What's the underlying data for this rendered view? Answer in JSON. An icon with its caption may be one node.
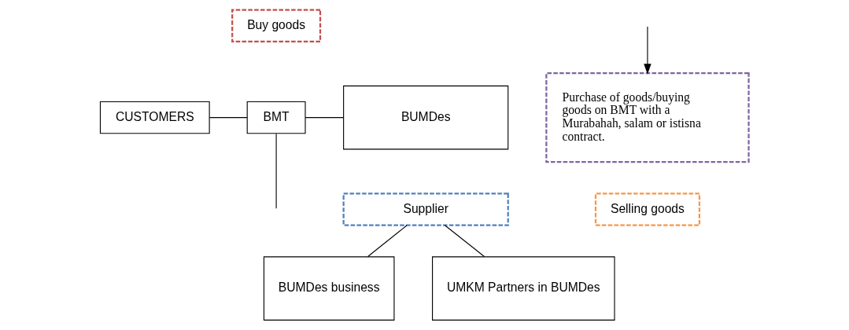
{
  "diagram": {
    "nodes": [
      {
        "text": [
          "Buy goods"
        ]
      },
      {
        "text": [
          "CUSTOMERS"
        ]
      },
      {
        "text": [
          "BMT"
        ]
      },
      {
        "text": [
          "BUMDes"
        ]
      },
      {
        "text": [
          "Purchase of goods/buying goods on BMT with a Murabahah, salam or istisna contract."
        ]
      },
      {
        "text": [
          "Supplier"
        ]
      },
      {
        "text": [
          "BUMDes business"
        ]
      },
      {
        "text": [
          "UMKM Partners in BUMDes"
        ]
      },
      {
        "text": [
          "Selling goods"
        ]
      }
    ],
    "edges": [
      {
        "from": 1,
        "to": 2,
        "arrow": "none"
      },
      {
        "from": 2,
        "to": 3,
        "arrow": "none"
      },
      {
        "from": 2,
        "to": null,
        "arrow": "none"
      },
      {
        "from": null,
        "to": 4,
        "arrow": "to"
      },
      {
        "from": 5,
        "to": 6,
        "arrow": "none"
      },
      {
        "from": 5,
        "to": 7,
        "arrow": "none"
      }
    ]
  }
}
